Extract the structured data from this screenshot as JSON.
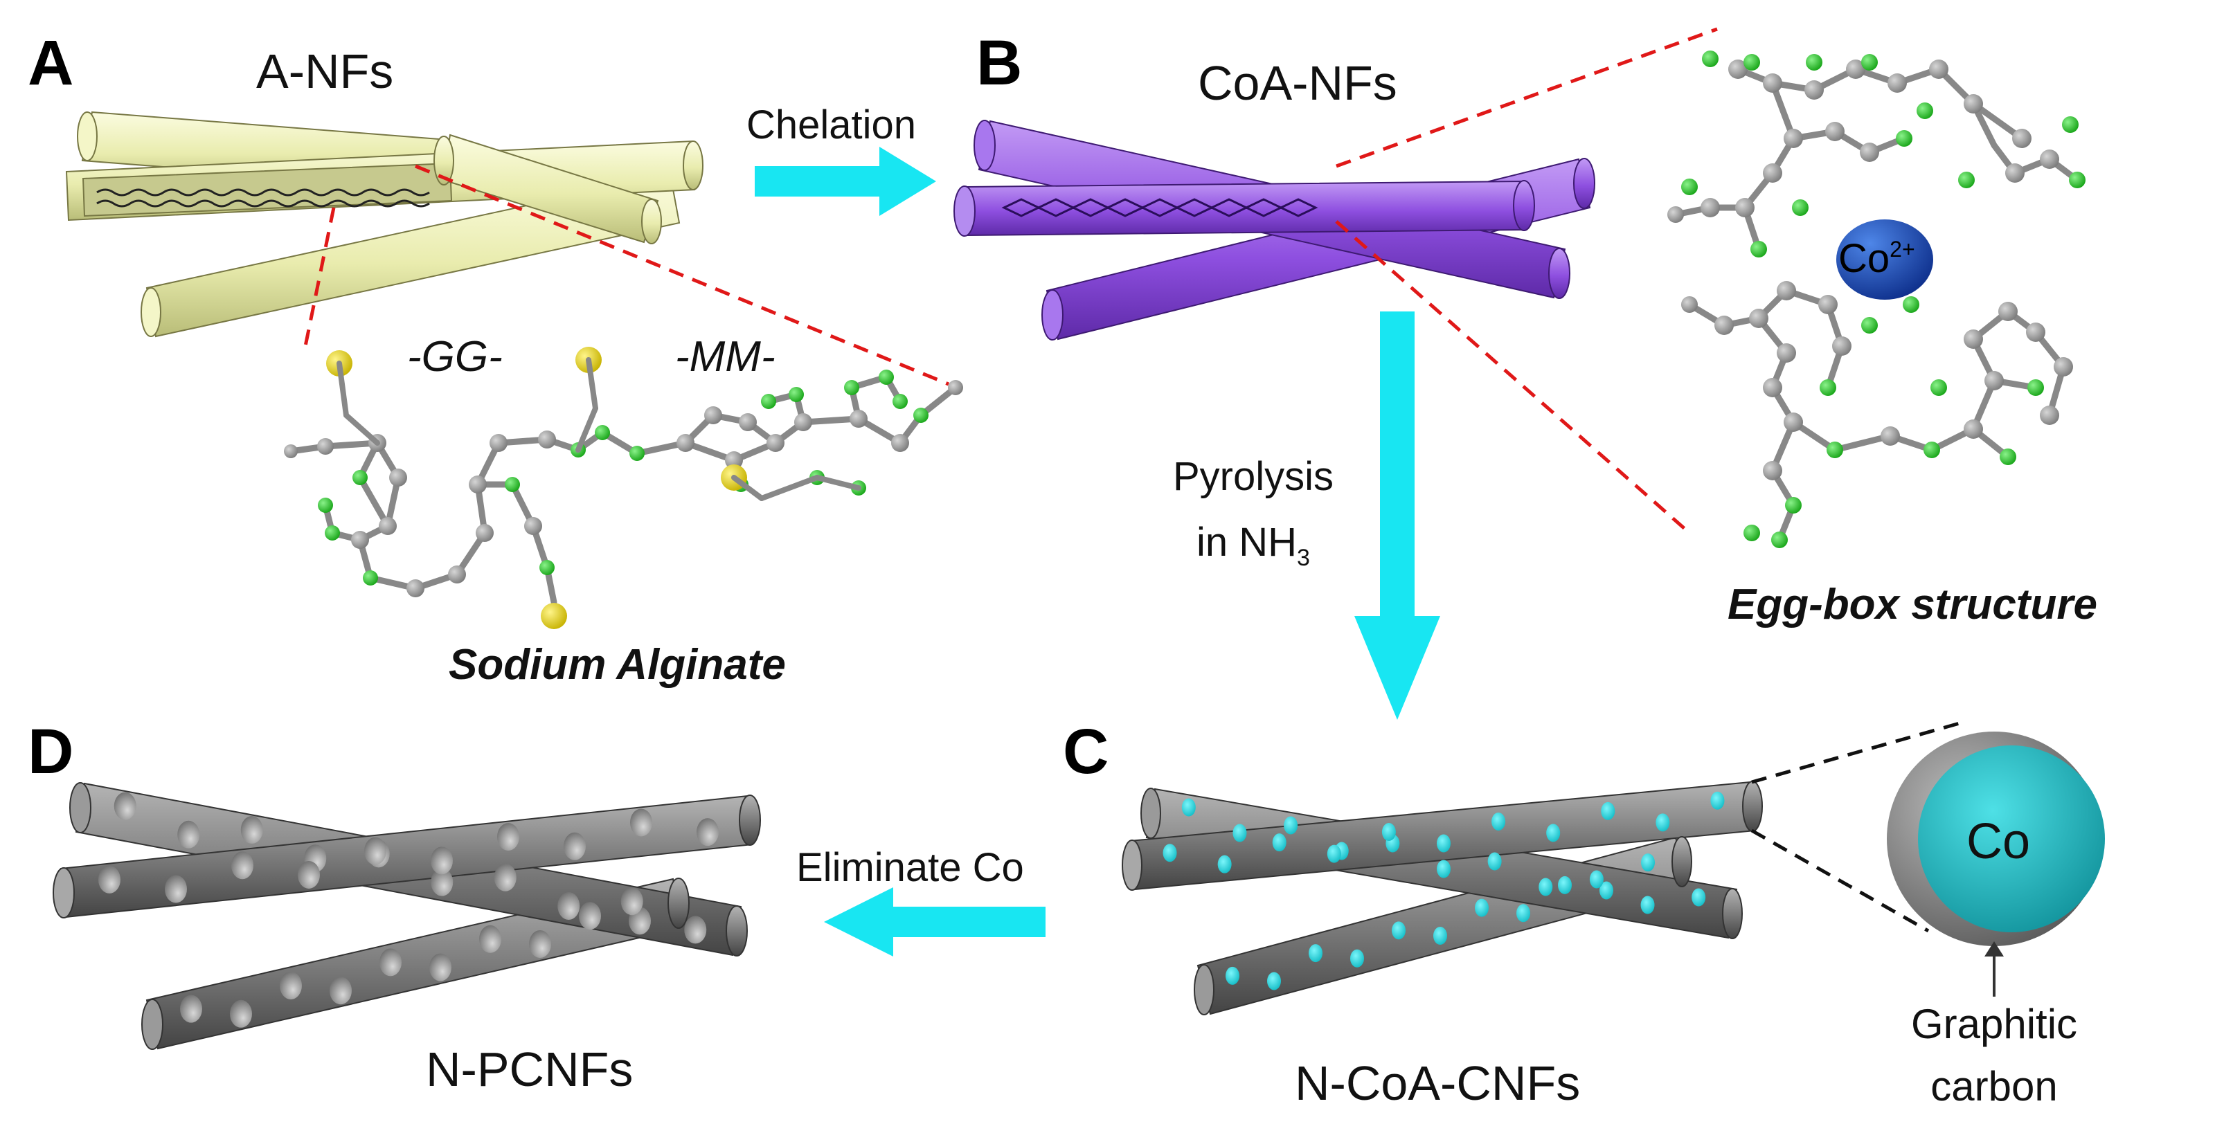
{
  "panels": {
    "a": {
      "letter": "A",
      "name": "A-NFs"
    },
    "b": {
      "letter": "B",
      "name": "CoA-NFs"
    },
    "c": {
      "letter": "C",
      "name": "N-CoA-CNFs"
    },
    "d": {
      "letter": "D",
      "name": "N-PCNFs"
    }
  },
  "steps": {
    "chelation": "Chelation",
    "pyrolysis_line1": "Pyrolysis",
    "pyrolysis_line2": "in NH",
    "pyrolysis_sub": "3",
    "eliminate": "Eliminate Co"
  },
  "labels": {
    "gg": "-GG-",
    "mm": "-MM-",
    "sodium_alginate": "Sodium Alginate",
    "egg_box": "Egg-box structure",
    "co_ion": "Co",
    "co_charge": "2+",
    "co_particle": "Co",
    "graphitic_line1": "Graphitic",
    "graphitic_line2": "carbon"
  },
  "colors": {
    "alginate_fiber": "#eef0b4",
    "coa_fiber": "#9b5be6",
    "carbon_fiber": "#7b7b7b",
    "arrow": "#18e6f2",
    "dashed": "#e01818",
    "atom_gray": "#9a9a9a",
    "atom_green": "#2ecc2e",
    "atom_yellow": "#ecdc1c",
    "co_ion": "#1446b4",
    "co_particle": "#21c1cb"
  }
}
